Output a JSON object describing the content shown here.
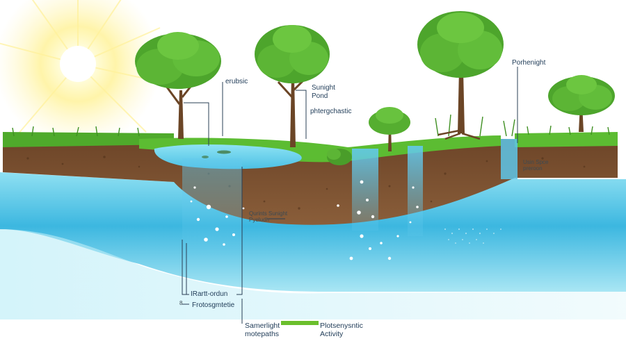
{
  "diagram": {
    "labels": {
      "erubsic": "erubsic",
      "sunlight_pond": "Sunight\nPond",
      "phtergchastic": "phtergchastic",
      "porhenight": "Porhenight",
      "usin_spce": "Usin Spce\npreroon",
      "qurints": "Qurints Sunight\nPyeludh",
      "irartt": "IRartt-ordun",
      "b_marker": "8",
      "frotosg": "Frotosgmtetie",
      "samerlight": "Samerlight\nmotepaths",
      "photosynthic": "Plotsenysntic\nActivity"
    },
    "colors": {
      "sky_sun": "#fff4a8",
      "sun_core": "#ffffff",
      "grass": "#55b52f",
      "soil": "#7a4f2d",
      "soil_dark": "#5a3820",
      "water_top": "#7fd6ec",
      "water_deep": "#22a9d6",
      "legend_bar": "#6bbf2c",
      "line": "#2a3f55"
    }
  }
}
